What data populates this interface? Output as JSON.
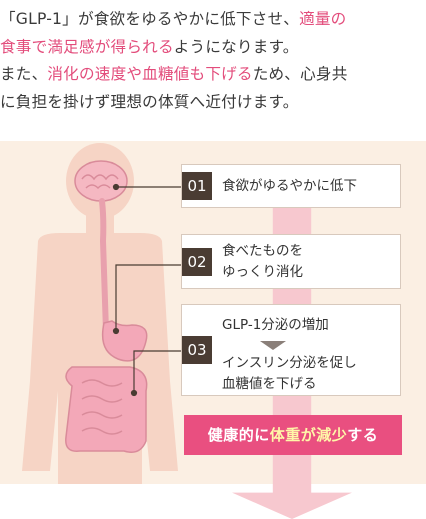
{
  "intro": {
    "l1a": "「GLP-1」が食欲をゆるやかに低下させ、",
    "l1b": "適量の",
    "l2a": "食事で満足感が得られる",
    "l2b": "ようになります。",
    "l3a": "また、",
    "l3b": "消化の速度や血糖値も下げる",
    "l3c": "ため、心身共",
    "l4": "に負担を掛けず理想の体質へ近付けます。"
  },
  "steps": [
    {
      "num": "01",
      "text": "食欲がゆるやかに低下"
    },
    {
      "num": "02",
      "line1": "食べたものを",
      "line2": "ゆっくり消化"
    },
    {
      "num": "03",
      "top": "GLP-1分泌の増加",
      "line1": "インスリン分泌を促し",
      "line2": "血糖値を下げる"
    }
  ],
  "result": {
    "a": "健康的に",
    "b": "体重が減少",
    "c": "する"
  },
  "colors": {
    "accent": "#e34d7c",
    "panel": "#fbefe3",
    "badge": "#4a3c33",
    "arrow": "#f7c8cf",
    "result": "#e94f80"
  }
}
